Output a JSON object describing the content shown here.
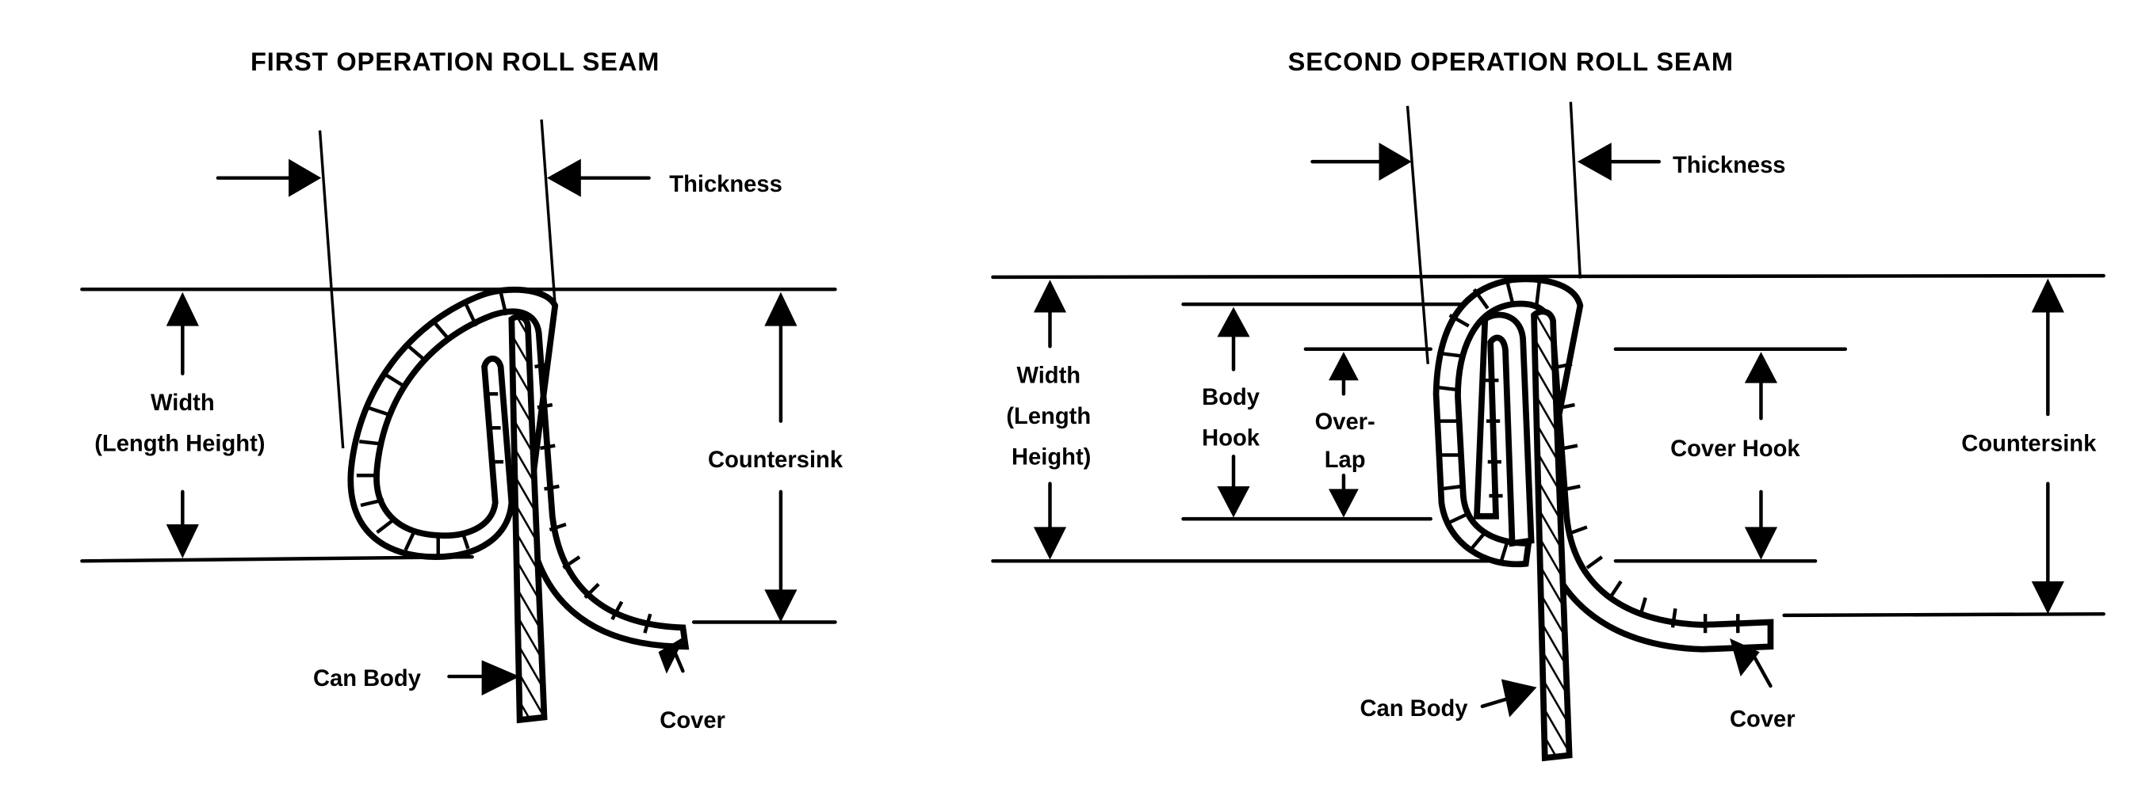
{
  "diagrams": [
    {
      "title": "FIRST OPERATION ROLL SEAM",
      "labels": {
        "thickness": "Thickness",
        "width_line1": "Width",
        "width_line2": "(Length Height)",
        "countersink": "Countersink",
        "can_body": "Can Body",
        "cover": "Cover"
      }
    },
    {
      "title": "SECOND OPERATION ROLL SEAM",
      "labels": {
        "thickness": "Thickness",
        "width_line1": "Width",
        "width_line2": "(Length",
        "width_line3": "Height)",
        "body_hook_line1": "Body",
        "body_hook_line2": "Hook",
        "overlap_line1": "Over-",
        "overlap_line2": "Lap",
        "cover_hook": "Cover Hook",
        "countersink": "Countersink",
        "can_body": "Can Body",
        "cover": "Cover"
      }
    }
  ]
}
